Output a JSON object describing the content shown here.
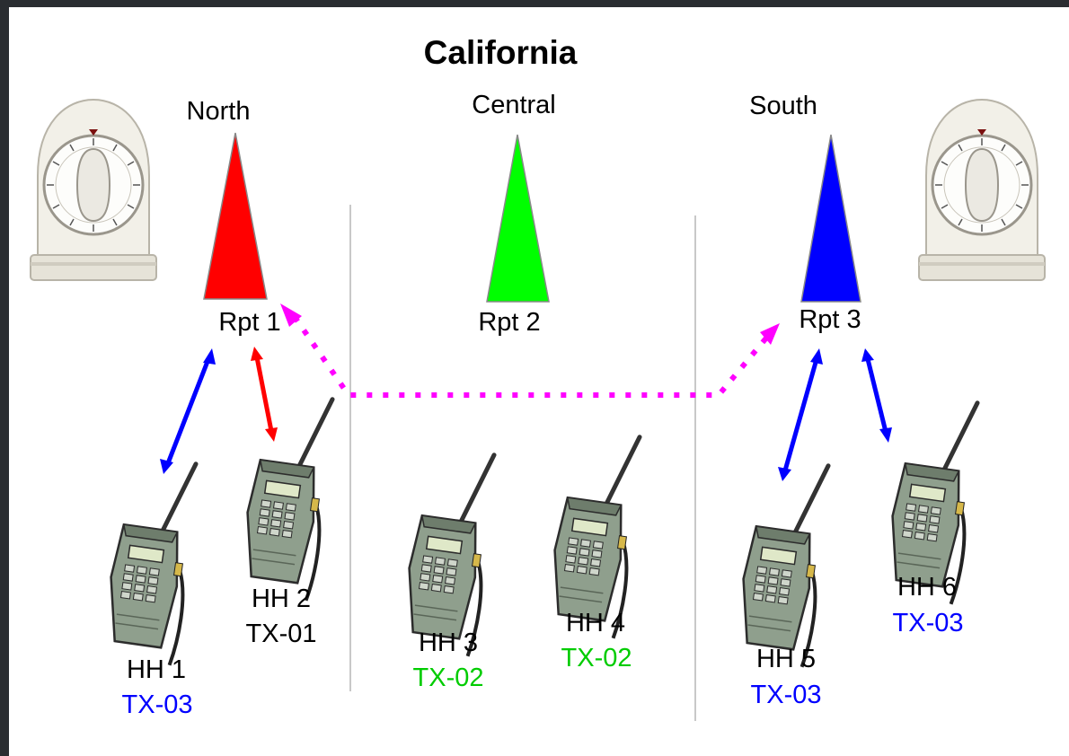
{
  "title": "California",
  "regions": {
    "north": "North",
    "central": "Central",
    "south": "South"
  },
  "repeaters": [
    {
      "label": "Rpt 1",
      "color": "#ff0000"
    },
    {
      "label": "Rpt 2",
      "color": "#00ff00"
    },
    {
      "label": "Rpt 3",
      "color": "#0000ff"
    }
  ],
  "handhelds": [
    {
      "name": "HH 1",
      "tx": "TX-03",
      "tx_color": "#0000ff"
    },
    {
      "name": "HH 2",
      "tx": "TX-01",
      "tx_color": "#000000"
    },
    {
      "name": "HH 3",
      "tx": "TX-02",
      "tx_color": "#00cc00"
    },
    {
      "name": "HH 4",
      "tx": "TX-02",
      "tx_color": "#00cc00"
    },
    {
      "name": "HH 5",
      "tx": "TX-03",
      "tx_color": "#0000ff"
    },
    {
      "name": "HH 6",
      "tx": "TX-03",
      "tx_color": "#0000ff"
    }
  ],
  "link_colors": {
    "blue": "#0000ff",
    "red": "#ff0000",
    "magenta": "#ff00ff"
  },
  "icons": [
    "kitchen-timer-icon",
    "handheld-radio-icon",
    "repeater-tower-icon"
  ]
}
